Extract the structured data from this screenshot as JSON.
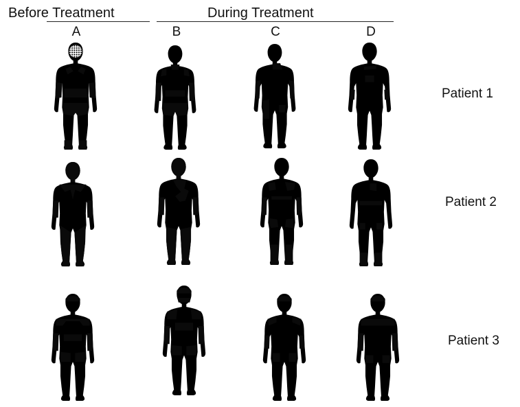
{
  "headers": {
    "before": "Before Treatment",
    "during": "During Treatment"
  },
  "columns": [
    "A",
    "B",
    "C",
    "D"
  ],
  "patients": [
    "Patient 1",
    "Patient 2",
    "Patient 3"
  ],
  "colors": {
    "ink": "#0a0a0a",
    "paper": "#ffffff"
  }
}
